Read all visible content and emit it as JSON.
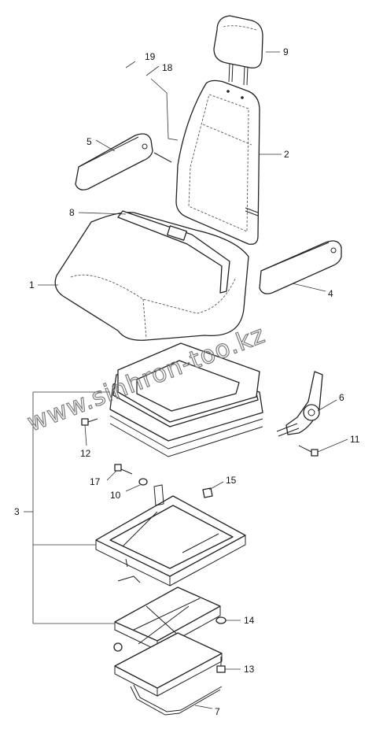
{
  "callouts": {
    "c1": "1",
    "c2": "2",
    "c3": "3",
    "c4": "4",
    "c5": "5",
    "c6": "6",
    "c7": "7",
    "c8": "8",
    "c9": "9",
    "c10": "10",
    "c11": "11",
    "c12": "12",
    "c13": "13",
    "c14": "14",
    "c15": "15",
    "c17": "17",
    "c18": "18",
    "c19": "19"
  },
  "watermark": "www.sinhron-too.kz"
}
